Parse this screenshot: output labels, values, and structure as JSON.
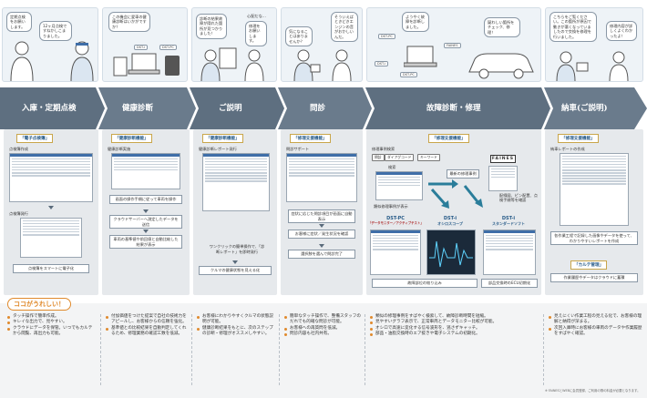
{
  "bubbles": {
    "s1a": "定期点検をお願いします。",
    "s1b": "12ヶ月点検ですねかしこまりました。",
    "s2a": "この機会に愛車の健康診断はいかがですか？",
    "s3a": "診断の結果故障が隠れた箇所が見つかりました！",
    "s3b": "修理をお願いします。",
    "s3c": "心配だな…",
    "s4a": "気になることはありませんか？",
    "s4b": "そういえばときどきエンジンの音がおかしいんだ。",
    "s5a": "ようやく故障を診断しました。",
    "s5b": "疑わしい箇所をチェック、修理！",
    "s6a": "こちらをご覧ください。この箇所が原因で動きが悪くなっていましたので交換を修理を行いました。",
    "s6b": "修理内容が詳しくよくわかったよ！"
  },
  "scene_labels": {
    "s2a": "DST-i",
    "s2b": "DST-PC",
    "s5a": "DST-PC",
    "s5b": "DST-i",
    "s5c": "DST-PC",
    "s5d": "FAINES"
  },
  "steps": [
    "入庫・定期点検",
    "健康診断",
    "ご説明",
    "問診",
    "故障診断・修理",
    "納車(ご説明)"
  ],
  "badges": [
    "「電子点検簿」",
    "「健康診断機能」",
    "「健康診断機能」",
    "「修理支援機能」",
    "「修理支援機能」",
    "「修理支援機能」"
  ],
  "c1": {
    "title": "点検簿作成",
    "title2": "点検簿発行",
    "caption": "点検簿をスマートに電子化"
  },
  "c2": {
    "title": "健康診断実施",
    "b1": "画面の操作手順に従って車両を操作",
    "b2": "クラウドサーバーへ測定したデータを送信",
    "b3": "車両の基準値や前回値と自動比較した結果が表示"
  },
  "c3": {
    "title": "健康診断レポート発行",
    "b1": "ワンクリックの簡単操作で、「診断レポート」を即時発行",
    "b2": "クルマの健康状態を見える化"
  },
  "c4": {
    "title": "問診サポート",
    "b1": "症状に応じた問診項目が画面に自動表示",
    "b2": "お客様に症状／発生状況を確認",
    "b3": "選択肢を選んで問診完了"
  },
  "c5": {
    "title": "修理事例検索",
    "tabs": [
      "問診",
      "ダイアグコード",
      "キーワード"
    ],
    "search": "検索",
    "cases": "最新の修理事例",
    "sel": "類似修理事例が表示",
    "faines": "FAINES",
    "wire": "配線図、ピン配置、点検手順等を確認",
    "dst1": "DST-PC",
    "dst1s": "「データモニター／アクティブテスト」",
    "dst2": "DST-i",
    "dst2s": "オシロスコープ",
    "dst3": "DST-i",
    "dst3s": "スタンダードソフト",
    "b1": "故障部位の絞り込み",
    "b2": "部品交換時のECU初期化"
  },
  "c6": {
    "title": "納車レポートの作成",
    "b1": "各作業工程で記録した画像やデータを使って、わかりやすいレポートを作成",
    "badge2": "「カルテ管理」",
    "b2": "作業履歴やデータはクラウドに蓄積"
  },
  "bottom_title": "ココがうれしい！",
  "bottom": [
    [
      "タッチ操作で簡単作成。",
      "キレイな出力で、見やすい。",
      "クラウドにデータを保管。いつでもカルテから閲覧、再出力も可能。"
    ],
    [
      "付加価値をつけた提案で自社の技術力をアピールし、お客様からの信頼を強化。",
      "基準値との比較結果を自動判定してくれるため、修理業務の確認工数を低減。"
    ],
    [
      "お客様にわかりやすくクルマの状態説明が可能。",
      "健康診断結果をもとに、次のステップの診断・修理がオススメしやすい。"
    ],
    [
      "簡単なタッチ操作で、整備スタッフのだれでも的確な問診が可能。",
      "お客様への再質問を低減。",
      "問診内容も社内共有。"
    ],
    [
      "類似の修理事例をすばやく検索して、故障診断時間を短縮。",
      "見やすいグラフ表示で、正常車両とデータモニター比較が可能。",
      "オシロで高速に変化する信号波形を、逃さずキャッチ。",
      "部品・油脂交換時のエア抜きや電子システムの初期化。"
    ],
    [
      "見えにくい作業工程の見える化で、お客様の理解と納得が深まる。",
      "次回入庫時にお客様の車両のデータや作業履歴をすばやく確認。"
    ]
  ],
  "footnote": "※ FAINESとWEBに会員登録、ご利用の際の料金が必要となります。"
}
